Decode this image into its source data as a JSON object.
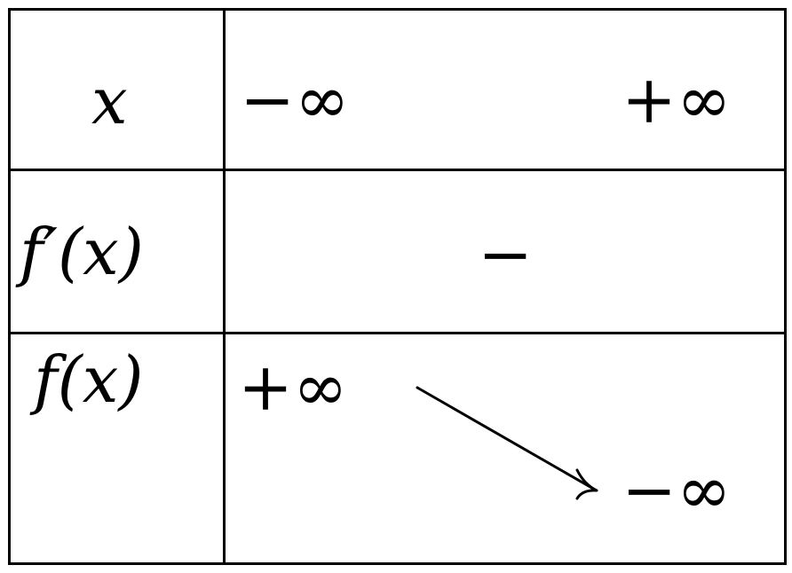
{
  "table": {
    "rows": [
      {
        "label": "x",
        "cells": [
          "−∞",
          "+∞"
        ]
      },
      {
        "label": "f′(x)",
        "cells": [
          "−"
        ]
      },
      {
        "label": "f(x)",
        "cells": [
          "+∞",
          "−∞"
        ]
      }
    ]
  },
  "variation": {
    "direction": "decreasing"
  }
}
